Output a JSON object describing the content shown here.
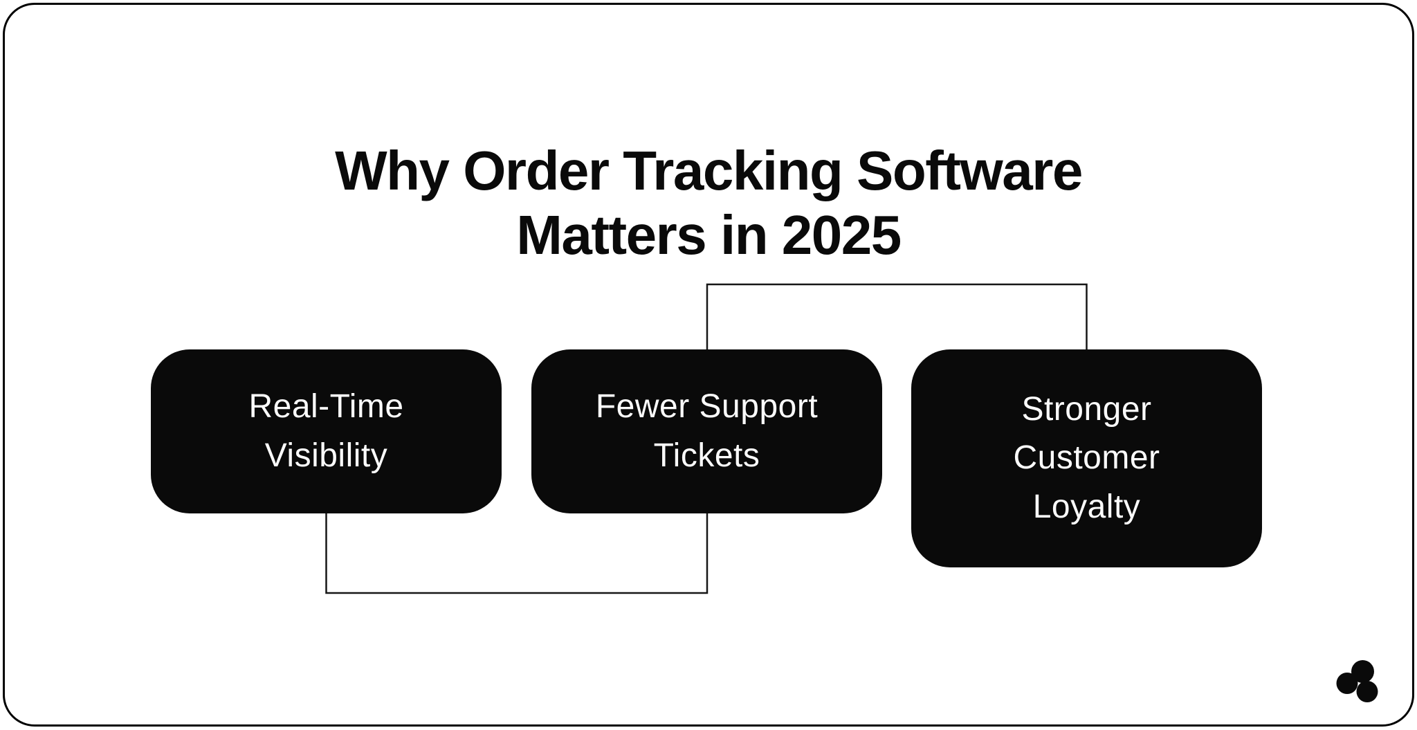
{
  "title": {
    "line1": "Why Order Tracking Software",
    "line2": "Matters in 2025"
  },
  "nodes": [
    {
      "label": "Real-Time Visibility",
      "lines": [
        "Real-Time",
        "Visibility"
      ]
    },
    {
      "label": "Fewer Support Tickets",
      "lines": [
        "Fewer Support",
        "Tickets"
      ]
    },
    {
      "label": "Stronger Customer Loyalty",
      "lines": [
        "Stronger",
        "Customer",
        "Loyalty"
      ]
    }
  ],
  "icons": {
    "logo": "three-circles-cluster-logo"
  },
  "colors": {
    "background": "#ffffff",
    "card_border": "#000000",
    "node_fill": "#0a0a0a",
    "node_text": "#fcfcfc",
    "title_text": "#0a0a0a",
    "connector": "#161616"
  }
}
